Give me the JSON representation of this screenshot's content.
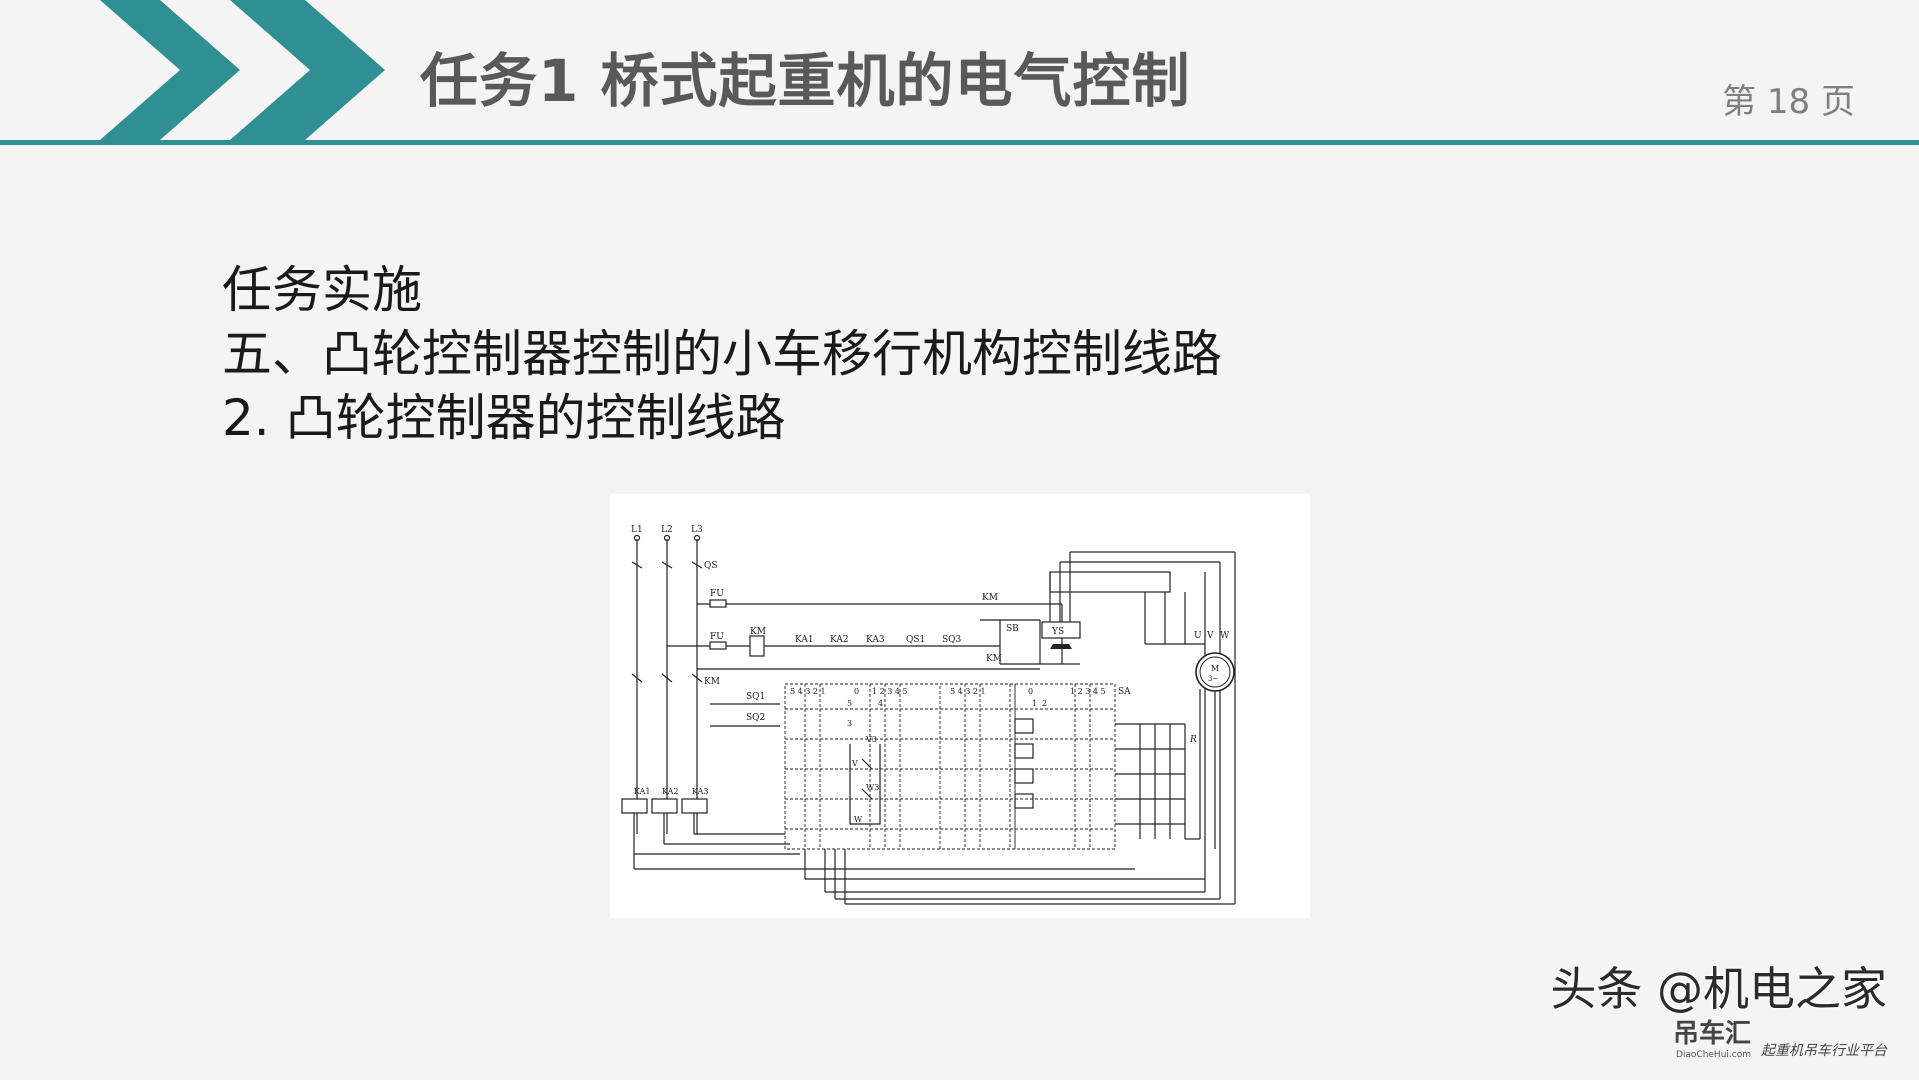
{
  "header": {
    "title": "任务1 桥式起重机的电气控制",
    "page_number": "第 18 页"
  },
  "body": {
    "lines": [
      "任务实施",
      "五、凸轮控制器控制的小车移行机构控制线路",
      "2.  凸轮控制器的控制线路"
    ]
  },
  "diagram": {
    "labels": {
      "l1": "L1",
      "l2": "L2",
      "l3": "L3",
      "qs": "QS",
      "fu1": "FU",
      "fu2": "FU",
      "km_top": "KM",
      "sb": "SB",
      "km_coil": "KM",
      "ka1": "KA1",
      "ka2": "KA2",
      "ka3": "KA3",
      "qs1": "QS1",
      "sq3": "SQ3",
      "km_aux": "KM",
      "km_main": "KM",
      "sq1": "SQ1",
      "sq2": "SQ2",
      "ys": "YS",
      "u": "U",
      "v": "V",
      "w": "W",
      "motor": "M",
      "motor_sub": "3~",
      "sa": "SA",
      "r": "R",
      "v3": "V3",
      "w3": "W3",
      "vv": "V",
      "ww": "W",
      "ka1b": "KA1",
      "ka2b": "KA2",
      "ka3b": "KA3",
      "cols_a": "5 4 3 2 1",
      "cols_b": "1 2 3 4 5",
      "cols_c": "5 4 3 2 1",
      "cols_d": "1 2 3 4 5",
      "zero_a": "0",
      "zero_b": "0",
      "n5": "5",
      "n4": "4",
      "n3": "3",
      "n1": "1",
      "n2": "2"
    }
  },
  "watermark": {
    "main": "头条 @机电之家",
    "brand": "吊车汇",
    "brand_url": "DiaoCheHui.com",
    "slogan": "起重机吊车行业平台"
  },
  "colors": {
    "accent": "#2f8f93",
    "title": "#595959",
    "page_number": "#7f7f7f"
  }
}
